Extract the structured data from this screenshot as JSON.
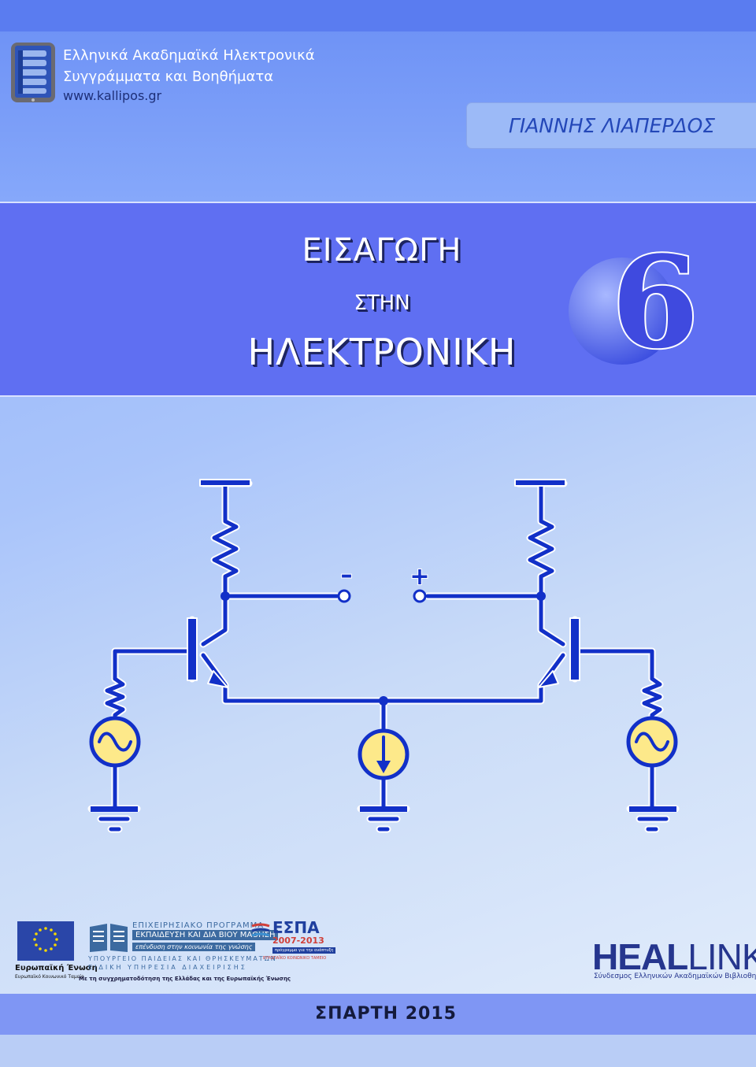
{
  "publisher": {
    "line1": "Ελληνικά Ακαδημαϊκά Ηλεκτρονικά",
    "line2": "Συγγράμματα και Βοηθήματα",
    "url": "www.kallipos.gr",
    "logo_icon": "kallipos-book-logo-icon"
  },
  "author": "ΓΙΑΝΝΗΣ ΛΙΑΠΕΡΔΟΣ",
  "title": {
    "line1": "ΕΙΣΑΓΩΓΗ",
    "line2": "ΣΤΗΝ",
    "line3": "ΗΛΕΚΤΡΟΝΙΚΗ"
  },
  "volume_number": "6",
  "circuit": {
    "minus_label": "–",
    "plus_label": "+"
  },
  "sponsors": {
    "eu_line1": "Ευρωπαϊκή Ένωση",
    "eu_line2": "Ευρωπαϊκό Κοινωνικό Ταμείο",
    "program_line1": "ΕΠΙΧΕΙΡΗΣΙΑΚΟ ΠΡΟΓΡΑΜΜΑ",
    "program_line2": "ΕΚΠΑΙΔΕΥΣΗ ΚΑΙ ΔΙΑ ΒΙΟΥ ΜΑΘΗΣΗ",
    "program_line3": "επένδυση στην κοινωνία της γνώσης",
    "ministry_line1": "ΥΠΟΥΡΓΕΙΟ ΠΑΙΔΕΙΑΣ ΚΑΙ ΘΡΗΣΚΕΥΜΑΤΩΝ",
    "ministry_line2": "ΕΙΔΙΚΗ ΥΠΗΡΕΣΙΑ ΔΙΑΧΕΙΡΙΣΗΣ",
    "funding_note": "Με τη συγχρηματοδότηση της Ελλάδας και της Ευρωπαϊκής Ένωσης",
    "espa_title": "ΕΣΠΑ",
    "espa_years": "2007-2013",
    "espa_slogan": "πρόγραμμα για την ανάπτυξη",
    "espa_fund": "ΕΥΡΩΠΑΪΚΟ ΚΟΙΝΩΝΙΚΟ ΤΑΜΕΙΟ"
  },
  "heallink": {
    "name_bold": "HEAL",
    "name_light": "LINK",
    "subtitle": "Σύνδεσμος Ελληνικών Ακαδημαϊκών Βιβλιοθηκών"
  },
  "footer": {
    "city_year": "ΣΠΑΡΤΗ 2015"
  },
  "colors": {
    "circuit_wire": "#1230c8",
    "source_fill": "#fde98a",
    "title_band": "#5f6ff2"
  }
}
